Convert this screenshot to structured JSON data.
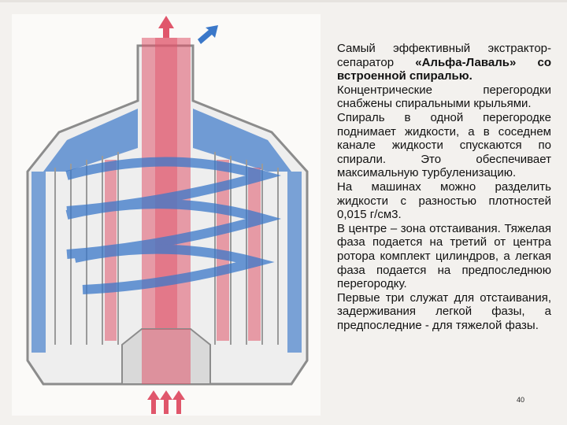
{
  "paragraphs": [
    {
      "lead": "Самый эффективный экстрактор-сепаратор ",
      "strong": "«Альфа-Лаваль» со встроенной спиралью."
    },
    {
      "text": "Концентрические перегородки снабжены спиральными крыльями."
    },
    {
      "text": "Спираль в одной перегородке поднимает жидкости, а в соседнем канале жидкости спускаются по спирали. Это обеспечивает максимальную турбуленизацию."
    },
    {
      "text": "На машинах можно разделить жидкости с разностью плотностей 0,015 г/см3."
    },
    {
      "text": "В центре – зона отстаивания. Тяжелая фаза подается на третий от центра ротора комплект цилиндров, а легкая фаза подается на предпоследнюю перегородку."
    },
    {
      "text": "Первые три служат для отстаивания, задерживания легкой фазы, а предпоследние - для тяжелой фазы."
    }
  ],
  "page_number": "40",
  "colors": {
    "heavy_phase_red": "#e0566b",
    "light_phase_blue": "#3b78c9",
    "housing_gray": "#8c8c8c"
  },
  "icons": [
    "up-arrow-icon",
    "down-arrow-icon"
  ]
}
